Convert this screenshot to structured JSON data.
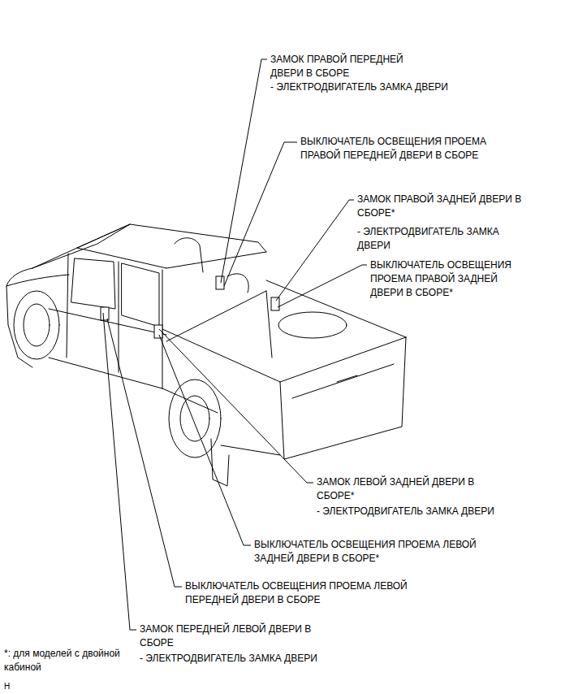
{
  "diagram": {
    "labels": [
      "ЗАМОК ПРАВОЙ ПЕРЕДНЕЙ ДВЕРИ В СБОРЕ",
      "- ЭЛЕКТРОДВИГАТЕЛЬ ЗАМКА ДВЕРИ",
      "ВЫКЛЮЧАТЕЛЬ ОСВЕЩЕНИЯ ПРОЕМА ПРАВОЙ ПЕРЕДНЕЙ ДВЕРИ В СБОРЕ",
      "ЗАМОК ПРАВОЙ ЗАДНЕЙ ДВЕРИ В СБОРЕ*",
      "- ЭЛЕКТРОДВИГАТЕЛЬ ЗАМКА ДВЕРИ",
      "ВЫКЛЮЧАТЕЛЬ ОСВЕЩЕНИЯ ПРОЕМА ПРАВОЙ ЗАДНЕЙ ДВЕРИ В СБОРЕ*",
      "ЗАМОК ЛЕВОЙ ЗАДНЕЙ ДВЕРИ В СБОРЕ*",
      "- ЭЛЕКТРОДВИГАТЕЛЬ ЗАМКА ДВЕРИ",
      "ВЫКЛЮЧАТЕЛЬ ОСВЕЩЕНИЯ ПРОЕМА ЛЕВОЙ ЗАДНЕЙ ДВЕРИ В СБОРЕ*",
      "ВЫКЛЮЧАТЕЛЬ ОСВЕЩЕНИЯ ПРОЕМА ЛЕВОЙ ПЕРЕДНЕЙ ДВЕРИ В СБОРЕ",
      "ЗАМОК ПЕРЕДНЕЙ ЛЕВОЙ ДВЕРИ В СБОРЕ",
      "- ЭЛЕКТРОДВИГАТЕЛЬ ЗАМКА ДВЕРИ",
      "*: для моделей с двойной кабиной",
      "H"
    ]
  }
}
